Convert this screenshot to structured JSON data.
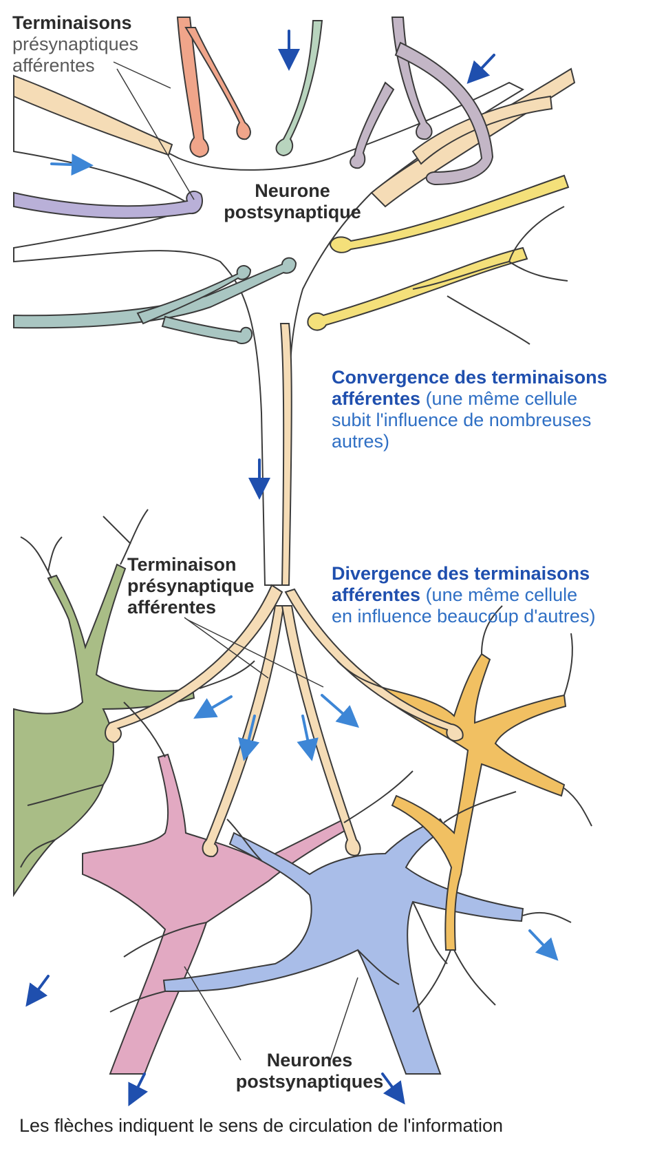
{
  "labels": {
    "top_terminals": {
      "title": "Terminaisons",
      "line2": "présynaptiques",
      "line3": "afférentes"
    },
    "neuron_post": {
      "line1": "Neurone",
      "line2": "postsynaptique"
    },
    "convergence": {
      "bold1": "Convergence des terminaisons",
      "bold2": "afférentes",
      "text2": " (une même cellule",
      "line3": "subit l'influence de nombreuses",
      "line4": "autres)"
    },
    "mid_terminal": {
      "line1": "Terminaison",
      "line2": "présynaptique",
      "line3": "afférentes"
    },
    "divergence": {
      "bold1": "Divergence des terminaisons",
      "bold2": "afférentes",
      "text2": " (une même cellule",
      "line3": "en influence beaucoup d'autres)"
    },
    "bottom_neurons": {
      "line1": "Neurones",
      "line2": "postsynaptiques"
    }
  },
  "caption": "Les flèches indiquent le sens de circulation de l'information",
  "colors": {
    "salmon": "#f0a58a",
    "beige": "#f5dcb6",
    "mint": "#b8d4be",
    "mauve": "#c3b6c6",
    "lavender": "#b9b0d8",
    "teal": "#a9c6c2",
    "yellow": "#f4e07a",
    "green": "#a9bd86",
    "pink": "#e2a9c2",
    "lightblue": "#a9bde8",
    "orange": "#f1c062",
    "arrow_dark": "#1f4fae",
    "arrow_light": "#3d86d6",
    "outline": "#3a3a3a"
  }
}
